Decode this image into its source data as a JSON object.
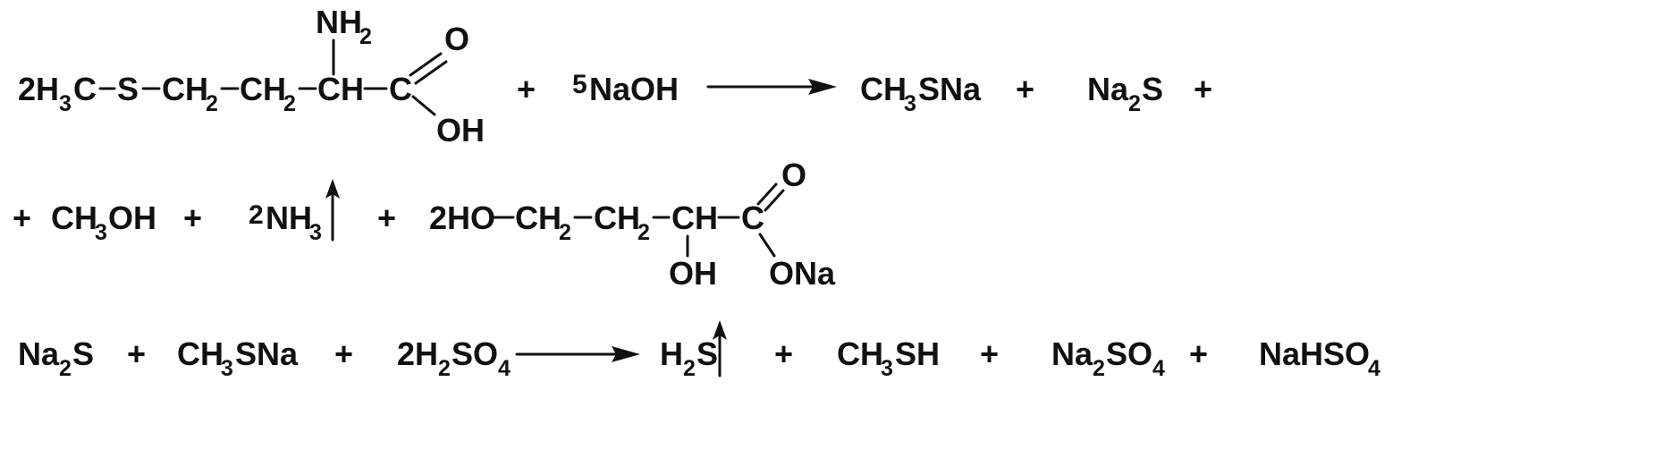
{
  "reaction1": {
    "coef": "2",
    "h3c": "H",
    "h3c_sub": "3",
    "h3c_c": "C",
    "s": "S",
    "ch2a": "CH",
    "ch2a_sub": "2",
    "ch2b": "CH",
    "ch2b_sub": "2",
    "ch": "CH",
    "nh2": "NH",
    "nh2_sub": "2",
    "carbon": "C",
    "oxygen": "O",
    "oh": "OH",
    "plus": "+",
    "naoh_coef": "5",
    "naoh": "NaOH",
    "p1": "CH",
    "p1_sub": "3",
    "p1_rest": "SNa",
    "p2": "Na",
    "p2_sub": "2",
    "p2_rest": "S"
  },
  "reaction1_cont": {
    "lead_plus": "+",
    "ch3oh": "CH",
    "ch3oh_sub": "3",
    "ch3oh_rest": "OH",
    "nh3_coef": "2",
    "nh3": "NH",
    "nh3_sub": "3",
    "ho_coef": "2",
    "ho": "HO",
    "ch2a": "CH",
    "ch2a_sub": "2",
    "ch2b": "CH",
    "ch2b_sub": "2",
    "ch": "CH",
    "oh": "OH",
    "carbon": "C",
    "oxygen": "O",
    "ona": "ONa"
  },
  "reaction2": {
    "na2s": "Na",
    "na2s_sub": "2",
    "na2s_rest": "S",
    "ch3sna": "CH",
    "ch3sna_sub": "3",
    "ch3sna_rest": "SNa",
    "h2so4_coef": "2",
    "h2so4": "H",
    "h2so4_sub": "2",
    "h2so4_mid": "SO",
    "h2so4_sub2": "4",
    "h2s": "H",
    "h2s_sub": "2",
    "h2s_rest": "S",
    "ch3sh": "CH",
    "ch3sh_sub": "3",
    "ch3sh_rest": "SH",
    "na2so4": "Na",
    "na2so4_sub": "2",
    "na2so4_mid": "SO",
    "na2so4_sub2": "4",
    "nahso4": "NaHSO",
    "nahso4_sub": "4"
  }
}
